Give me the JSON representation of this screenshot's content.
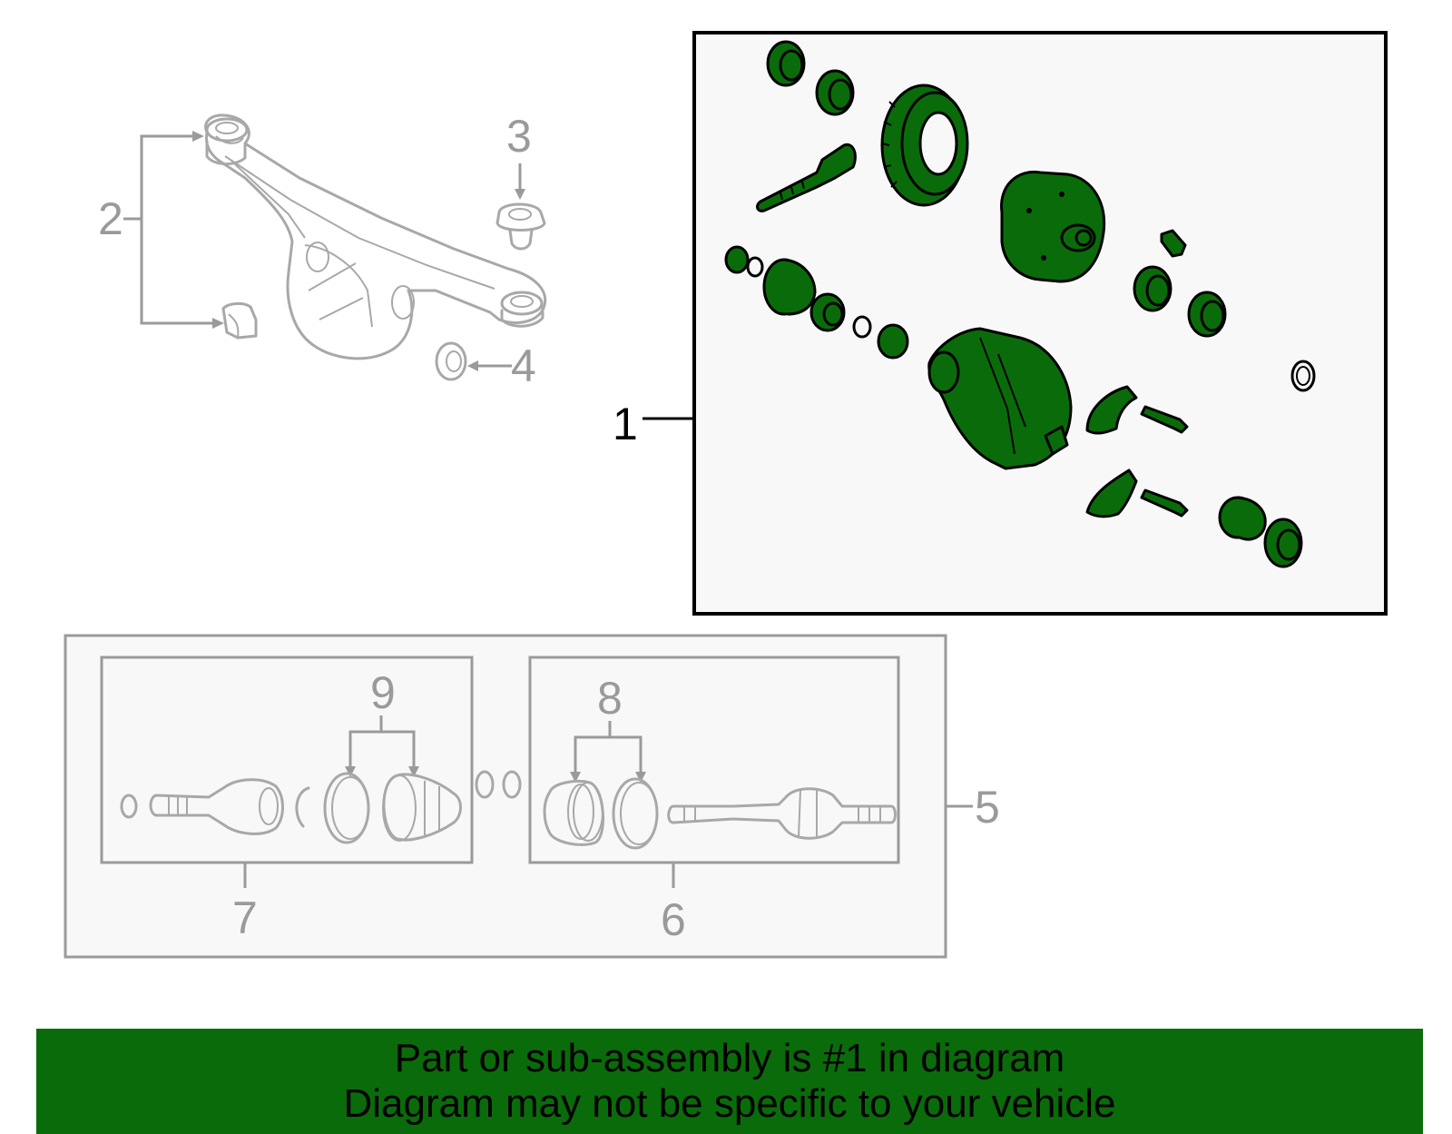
{
  "callouts": {
    "c1": "1",
    "c2": "2",
    "c3": "3",
    "c4": "4",
    "c5": "5",
    "c6": "6",
    "c7": "7",
    "c8": "8",
    "c9": "9"
  },
  "banner": {
    "line1": "Part or sub-assembly is #1 in diagram",
    "line2": "Diagram may not be specific to your vehicle"
  },
  "colors": {
    "highlight": "#0a6b0a",
    "line_gray": "#9a9a9a",
    "panel_bg": "#f8f8f8"
  }
}
